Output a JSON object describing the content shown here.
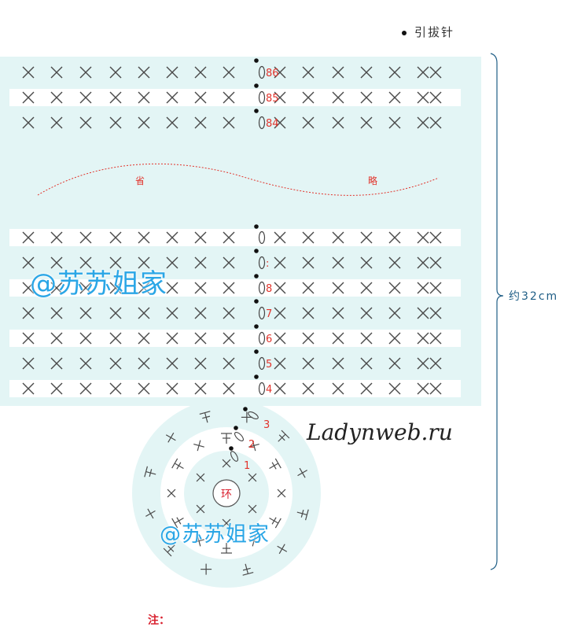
{
  "legend": {
    "slip_stitch_label": "引拔针"
  },
  "rows_top": [
    "86",
    "85",
    "84"
  ],
  "rows_bottom": [
    ":",
    "8",
    "7",
    "6",
    "5",
    "4"
  ],
  "omit_labels": [
    "省",
    "略"
  ],
  "round_labels": [
    "3",
    "2",
    "1"
  ],
  "center_label": "环",
  "size_label": "约32cm",
  "watermark": "@苏苏姐家",
  "site_mark": "Ladynweb.ru",
  "note_label": "注：",
  "colors": {
    "panel": "#e3f5f5",
    "stripe": "#ffffff",
    "stitch": "#4a4a4a",
    "row_number": "#e2332b",
    "watermark": "#2aa6e6"
  }
}
